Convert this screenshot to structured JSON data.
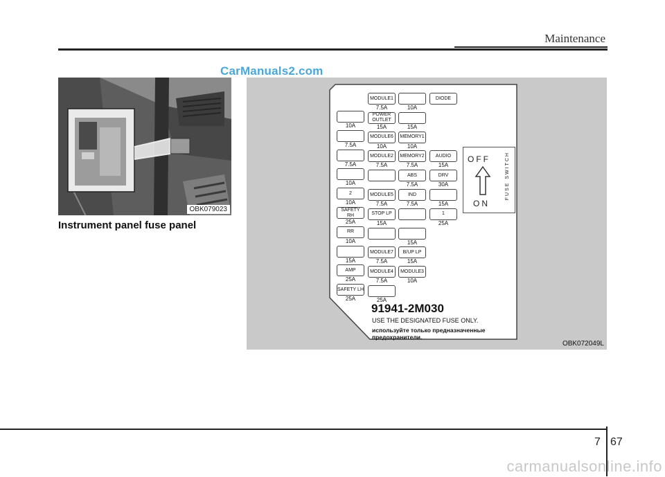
{
  "header": {
    "section_title": "Maintenance"
  },
  "watermark": "CarManuals2.com",
  "photo": {
    "code": "OBK079023"
  },
  "caption": "Instrument panel fuse panel",
  "diagram": {
    "code": "OBK072049L",
    "part_number": "91941-2M030",
    "use_text": "USE THE DESIGNATED FUSE ONLY.",
    "ru_text": "используйте только предназначенные предохранители.",
    "switch": {
      "off": "OFF",
      "on": "ON",
      "label": "FUSE SWITCH"
    },
    "col1": [
      {
        "label": "",
        "amp": "10A"
      },
      {
        "label": "",
        "amp": "7.5A"
      },
      {
        "label": "",
        "amp": "7.5A"
      },
      {
        "label": "",
        "amp": "10A"
      },
      {
        "label": "2",
        "amp": "10A"
      },
      {
        "label": "SAFETY RH",
        "amp": "25A"
      },
      {
        "label": "RR",
        "amp": "10A"
      },
      {
        "label": "",
        "amp": "15A"
      },
      {
        "label": "AMP",
        "amp": "25A"
      },
      {
        "label": "SAFETY LH",
        "amp": "25A"
      }
    ],
    "col2": [
      {
        "label": "MODULE1",
        "amp": "7.5A"
      },
      {
        "label": "POWER OUTLET",
        "amp": "15A"
      },
      {
        "label": "MODULE6",
        "amp": "10A"
      },
      {
        "label": "MODULE2",
        "amp": "7.5A"
      },
      {
        "label": "",
        "amp": ""
      },
      {
        "label": "MODULE5",
        "amp": "7.5A"
      },
      {
        "label": "STOP LP",
        "amp": "15A"
      },
      {
        "label": "",
        "amp": ""
      },
      {
        "label": "MODULE7",
        "amp": "7.5A"
      },
      {
        "label": "MODULE4",
        "amp": "7.5A"
      },
      {
        "label": "",
        "amp": "25A"
      }
    ],
    "col3": [
      {
        "label": "",
        "amp": "10A"
      },
      {
        "label": "",
        "amp": "15A"
      },
      {
        "label": "MEMORY1",
        "amp": "10A"
      },
      {
        "label": "MEMORY2",
        "amp": "7.5A"
      },
      {
        "label": "ABS",
        "amp": "7.5A"
      },
      {
        "label": "IND",
        "amp": "7.5A"
      },
      {
        "label": "",
        "amp": ""
      },
      {
        "label": "",
        "amp": "15A"
      },
      {
        "label": "B/UP LP",
        "amp": "15A"
      },
      {
        "label": "MODULE3",
        "amp": "10A"
      }
    ],
    "col4": [
      {
        "label": "DIODE",
        "amp": ""
      },
      {
        "label": "AUDIO",
        "amp": "15A"
      },
      {
        "label": "DRV",
        "amp": "30A"
      },
      {
        "label": "",
        "amp": "15A"
      },
      {
        "label": "1",
        "amp": "25A"
      }
    ]
  },
  "footer": {
    "chapter": "7",
    "page": "67",
    "watermark": "carmanualsonline.info"
  }
}
